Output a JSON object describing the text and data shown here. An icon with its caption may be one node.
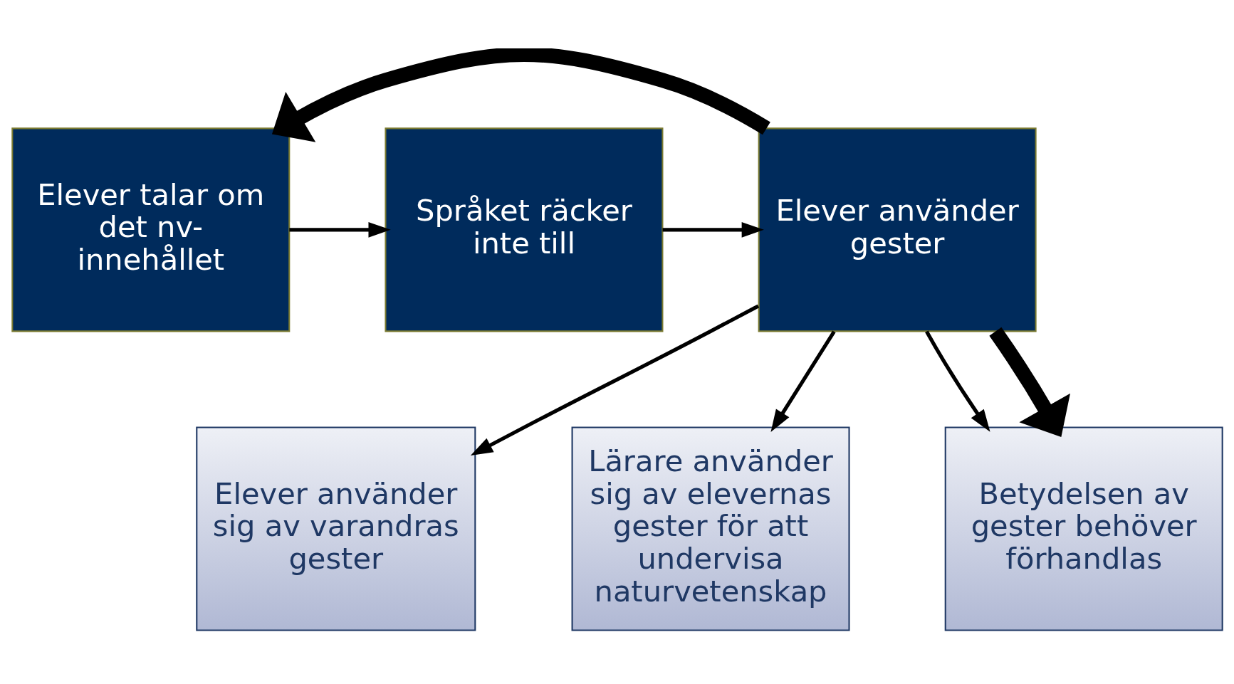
{
  "diagram": {
    "nodes": [
      {
        "text": [
          "Elever talar om det nv- innehållet"
        ]
      },
      {
        "text": [
          "Språket räcker inte till"
        ]
      },
      {
        "text": [
          "Elever använder gester"
        ]
      },
      {
        "text": [
          "Elever använder sig av varandras gester"
        ]
      },
      {
        "text": [
          "Lärare använder sig av elevernas gester för att undervisa naturvetenskap"
        ]
      },
      {
        "text": [
          "Betydelsen av gester behöver förhandlas"
        ]
      }
    ],
    "edges": [
      {
        "from": 0,
        "to": 1,
        "arrow": "to"
      },
      {
        "from": 1,
        "to": 2,
        "arrow": "to"
      },
      {
        "from": 2,
        "to": 0,
        "arrow": "to",
        "style": "thick"
      },
      {
        "from": 2,
        "to": 3,
        "arrow": "to"
      },
      {
        "from": 2,
        "to": 4,
        "arrow": "to"
      },
      {
        "from": 2,
        "to": 5,
        "arrow": "to"
      },
      {
        "from": 2,
        "to": 5,
        "arrow": "to",
        "style": "thick"
      }
    ]
  }
}
